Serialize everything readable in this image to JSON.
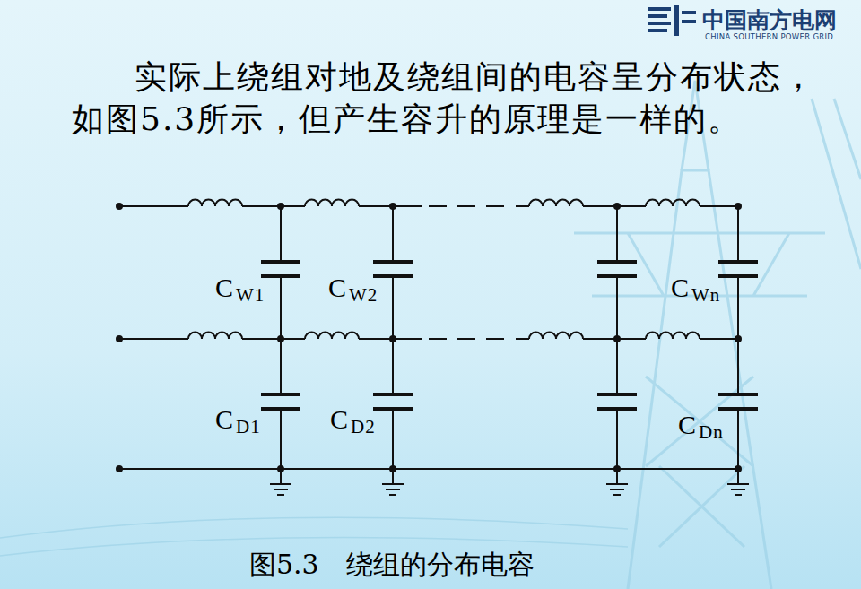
{
  "diagram": {
    "caption": "图5.3　绕组的分布电容",
    "labels": [
      "中国南方电网",
      "CHINA SOUTHERN POWER GRID",
      "实际上绕组对地及绕组间的电容呈分布状态，如图5.3所示，但产生容升的原理是一样的。",
      "CW1",
      "CW2",
      "CWn",
      "CD1",
      "CD2",
      "CDn"
    ]
  }
}
